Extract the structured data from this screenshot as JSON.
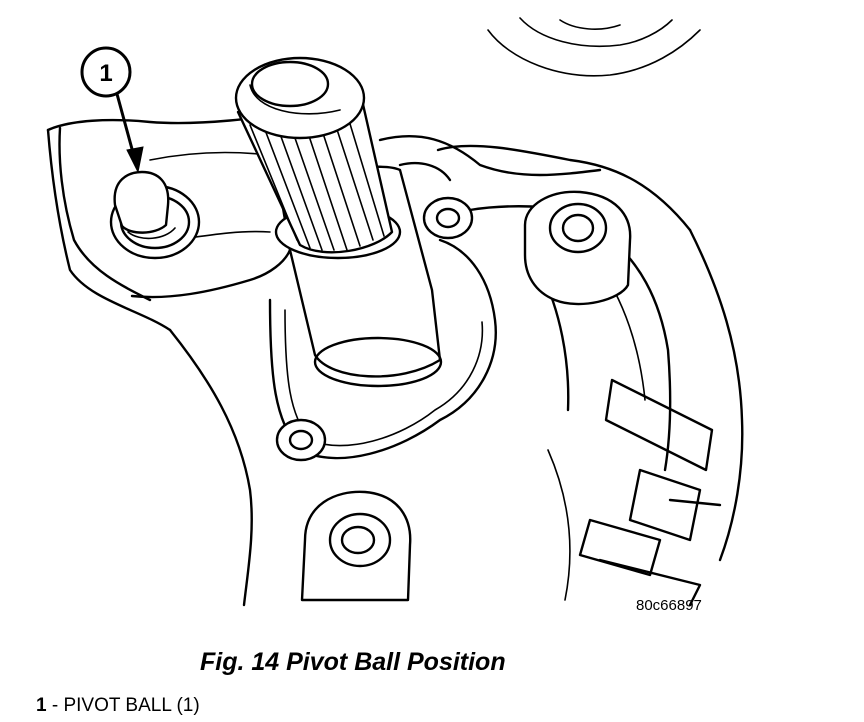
{
  "figure": {
    "callout_number": "1",
    "image_code": "80c66897",
    "caption": "Fig. 14 Pivot Ball Position"
  },
  "legend": [
    {
      "number": "1",
      "separator": " - ",
      "label": "PIVOT BALL (1)"
    }
  ]
}
